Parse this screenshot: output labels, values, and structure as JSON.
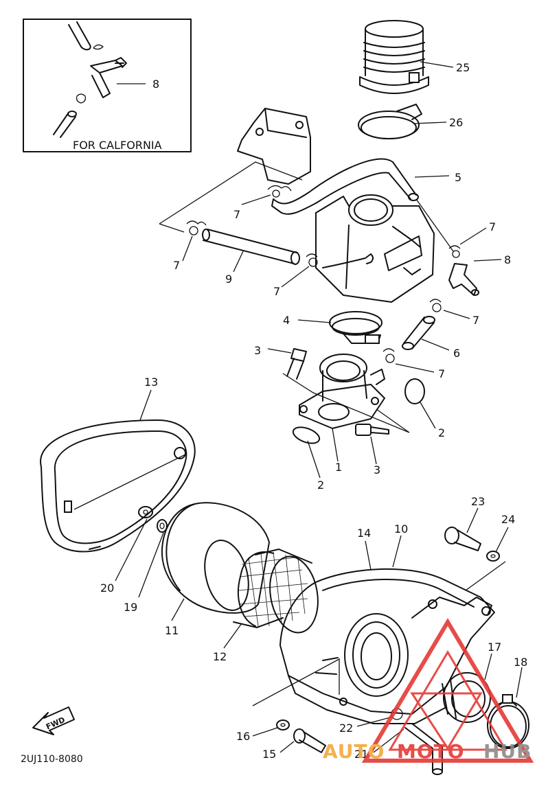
{
  "diagram": {
    "inset_caption": "FOR CALFORNIA",
    "drawing_code": "2UJ110-8080",
    "direction_marker": "FWD",
    "callouts": [
      {
        "id": "c-25",
        "text": "25"
      },
      {
        "id": "c-26",
        "text": "26"
      },
      {
        "id": "c-5",
        "text": "5"
      },
      {
        "id": "c-8-inset",
        "text": "8"
      },
      {
        "id": "c-7-a",
        "text": "7"
      },
      {
        "id": "c-7-b",
        "text": "7"
      },
      {
        "id": "c-7-c",
        "text": "7"
      },
      {
        "id": "c-7-d",
        "text": "7"
      },
      {
        "id": "c-7-e",
        "text": "7"
      },
      {
        "id": "c-7-f",
        "text": "7"
      },
      {
        "id": "c-9",
        "text": "9"
      },
      {
        "id": "c-8",
        "text": "8"
      },
      {
        "id": "c-4",
        "text": "4"
      },
      {
        "id": "c-3-a",
        "text": "3"
      },
      {
        "id": "c-6",
        "text": "6"
      },
      {
        "id": "c-2-a",
        "text": "2"
      },
      {
        "id": "c-1",
        "text": "1"
      },
      {
        "id": "c-3-b",
        "text": "3"
      },
      {
        "id": "c-2-b",
        "text": "2"
      },
      {
        "id": "c-13",
        "text": "13"
      },
      {
        "id": "c-23",
        "text": "23"
      },
      {
        "id": "c-24",
        "text": "24"
      },
      {
        "id": "c-14",
        "text": "14"
      },
      {
        "id": "c-10",
        "text": "10"
      },
      {
        "id": "c-20",
        "text": "20"
      },
      {
        "id": "c-19",
        "text": "19"
      },
      {
        "id": "c-11",
        "text": "11"
      },
      {
        "id": "c-12",
        "text": "12"
      },
      {
        "id": "c-17",
        "text": "17"
      },
      {
        "id": "c-18",
        "text": "18"
      },
      {
        "id": "c-16",
        "text": "16"
      },
      {
        "id": "c-22",
        "text": "22"
      },
      {
        "id": "c-15",
        "text": "15"
      },
      {
        "id": "c-21",
        "text": "21"
      }
    ],
    "watermark": {
      "text_auto": "AUTO",
      "text_moto": "MOTO",
      "text_hub": "HUB",
      "color_primary": "#e53935",
      "color_secondary": "#f2a83a",
      "color_tertiary": "#8a8a8a"
    }
  }
}
